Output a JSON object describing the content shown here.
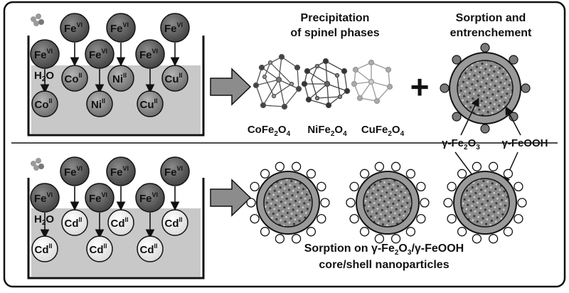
{
  "ions": {
    "fe": "Fe",
    "fe_ox": "VI",
    "h2o": "H2O",
    "row1_top": [
      {
        "el": "Co",
        "ox": "II"
      },
      {
        "el": "Ni",
        "ox": "II"
      },
      {
        "el": "Cu",
        "ox": "II"
      }
    ],
    "row1_bottom": [
      {
        "el": "Co",
        "ox": "II"
      },
      {
        "el": "Ni",
        "ox": "II"
      },
      {
        "el": "Cu",
        "ox": "II"
      }
    ],
    "row2_top": [
      {
        "el": "Cd",
        "ox": "II"
      },
      {
        "el": "Cd",
        "ox": "II"
      },
      {
        "el": "Cd",
        "ox": "II"
      }
    ],
    "row2_bottom": [
      {
        "el": "Cd",
        "ox": "II"
      },
      {
        "el": "Cd",
        "ox": "II"
      },
      {
        "el": "Cd",
        "ox": "II"
      }
    ]
  },
  "labels": {
    "precip_line1": "Precipitation",
    "precip_line2": "of spinel phases",
    "sorp_line1": "Sorption and",
    "sorp_line2": "entrenchement",
    "cofe": "CoFe2O4",
    "nife": "NiFe2O4",
    "cufe": "CuFe2O4",
    "plus": "+",
    "gamma_fe2o3": "γ-Fe2O3",
    "gamma_feooh": "γ-FeOOH",
    "bottom_line1": "Sorption on γ-Fe2O3/γ-FeOOH",
    "bottom_line2": "core/shell nanoparticles"
  },
  "colors": {
    "fe_ball": "#5a5a5a",
    "metal_ball": "#8a8a8a",
    "cd_ball": "#f2f2f2",
    "water": "#c8c8c8",
    "arrow": "#8c8c8c",
    "shell": "#9a9a9a",
    "core": "#787878"
  }
}
